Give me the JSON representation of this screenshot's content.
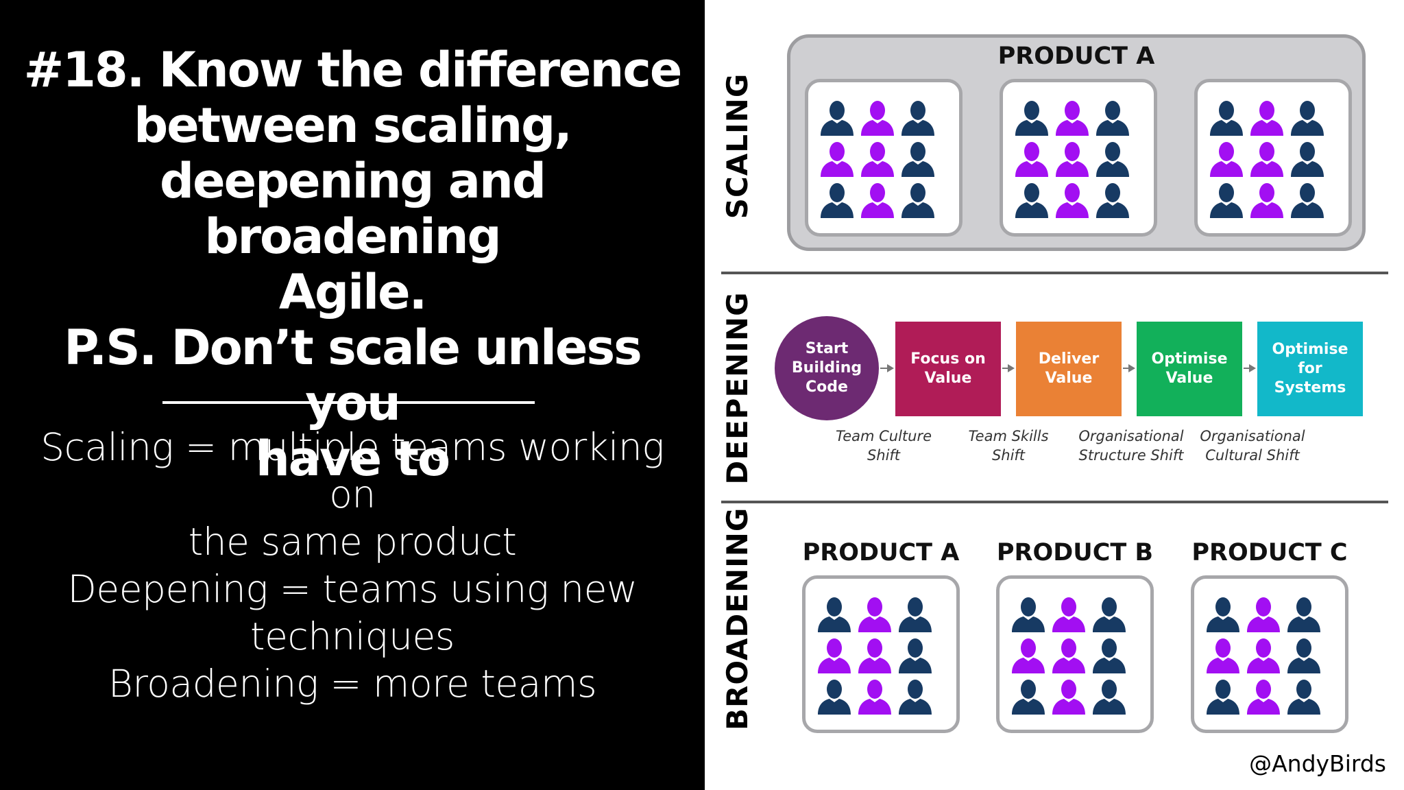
{
  "headline": {
    "lines": [
      "#18. Know the difference",
      "between scaling,",
      "deepening and broadening",
      "Agile.",
      "P.S. Don’t scale unless you",
      "have to"
    ]
  },
  "definitions": {
    "lines": [
      "Scaling = multiple teams working on",
      "the same product",
      "Deepening = teams using new",
      "techniques",
      "Broadening = more teams"
    ]
  },
  "colors": {
    "team_member_dark": "#173a63",
    "team_member_purple": "#a20ff2",
    "team_pattern": [
      "dark",
      "purple",
      "dark",
      "purple",
      "purple",
      "dark",
      "dark",
      "purple",
      "dark"
    ]
  },
  "scaling": {
    "label": "SCALING",
    "product_title": "PRODUCT A",
    "team_count": 3
  },
  "deepening": {
    "label": "DEEPENING",
    "steps": [
      {
        "label_lines": [
          "Start",
          "Building",
          "Code"
        ],
        "color": "#6d2a72",
        "shape": "circle"
      },
      {
        "label_lines": [
          "Focus on",
          "Value"
        ],
        "color": "#b01c57",
        "shape": "box"
      },
      {
        "label_lines": [
          "Deliver",
          "Value"
        ],
        "color": "#ea8135",
        "shape": "box"
      },
      {
        "label_lines": [
          "Optimise",
          "Value"
        ],
        "color": "#12b05a",
        "shape": "box"
      },
      {
        "label_lines": [
          "Optimise",
          "for",
          "Systems"
        ],
        "color": "#12b8c9",
        "shape": "box"
      }
    ],
    "shifts": [
      {
        "lines": [
          "Team Culture",
          "Shift"
        ]
      },
      {
        "lines": [
          "Team Skills",
          "Shift"
        ]
      },
      {
        "lines": [
          "Organisational",
          "Structure Shift"
        ]
      },
      {
        "lines": [
          "Organisational",
          "Cultural Shift"
        ]
      }
    ]
  },
  "broadening": {
    "label": "BROADENING",
    "products": [
      {
        "title": "PRODUCT A"
      },
      {
        "title": "PRODUCT B"
      },
      {
        "title": "PRODUCT C"
      }
    ]
  },
  "attribution": "@AndyBirds"
}
